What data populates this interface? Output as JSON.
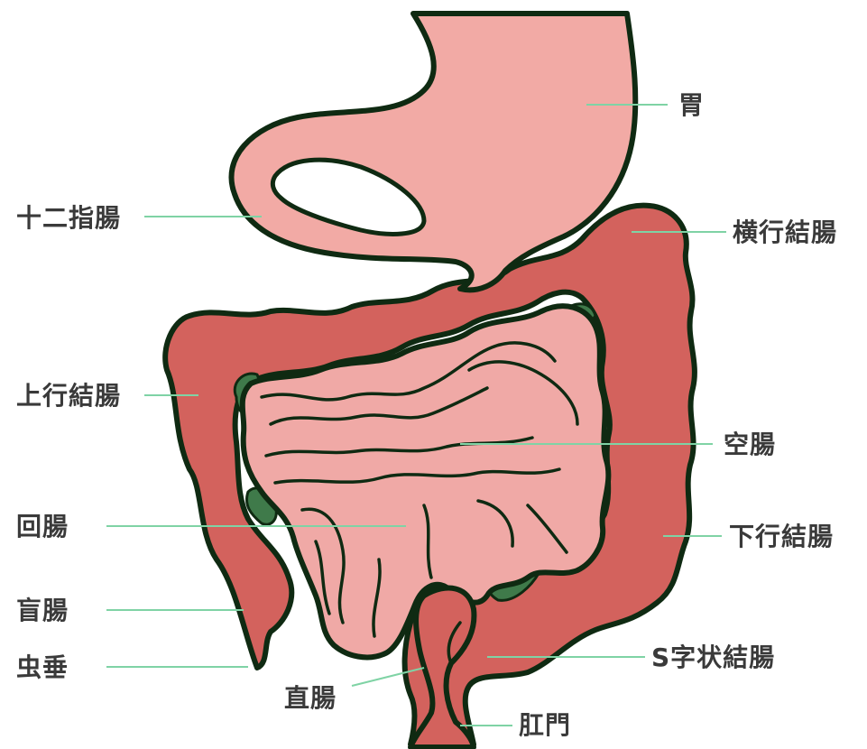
{
  "labels": {
    "stomach": "胃",
    "duodenum": "十二指腸",
    "transverse_colon": "横行結腸",
    "ascending_colon": "上行結腸",
    "jejunum": "空腸",
    "ileum": "回腸",
    "descending_colon": "下行結腸",
    "cecum": "盲腸",
    "appendix": "虫垂",
    "sigmoid_colon": "S字状結腸",
    "rectum": "直腸",
    "anus": "肛門"
  },
  "colors": {
    "stomach": "#f2aaa5",
    "small_intestine": "#f0a9a6",
    "large_intestine": "#d3625d",
    "mesentery": "#3f7a4a",
    "outline": "#0f2a12",
    "leader_line": "#7fd3a5",
    "label_text": "#3a3a3a"
  }
}
